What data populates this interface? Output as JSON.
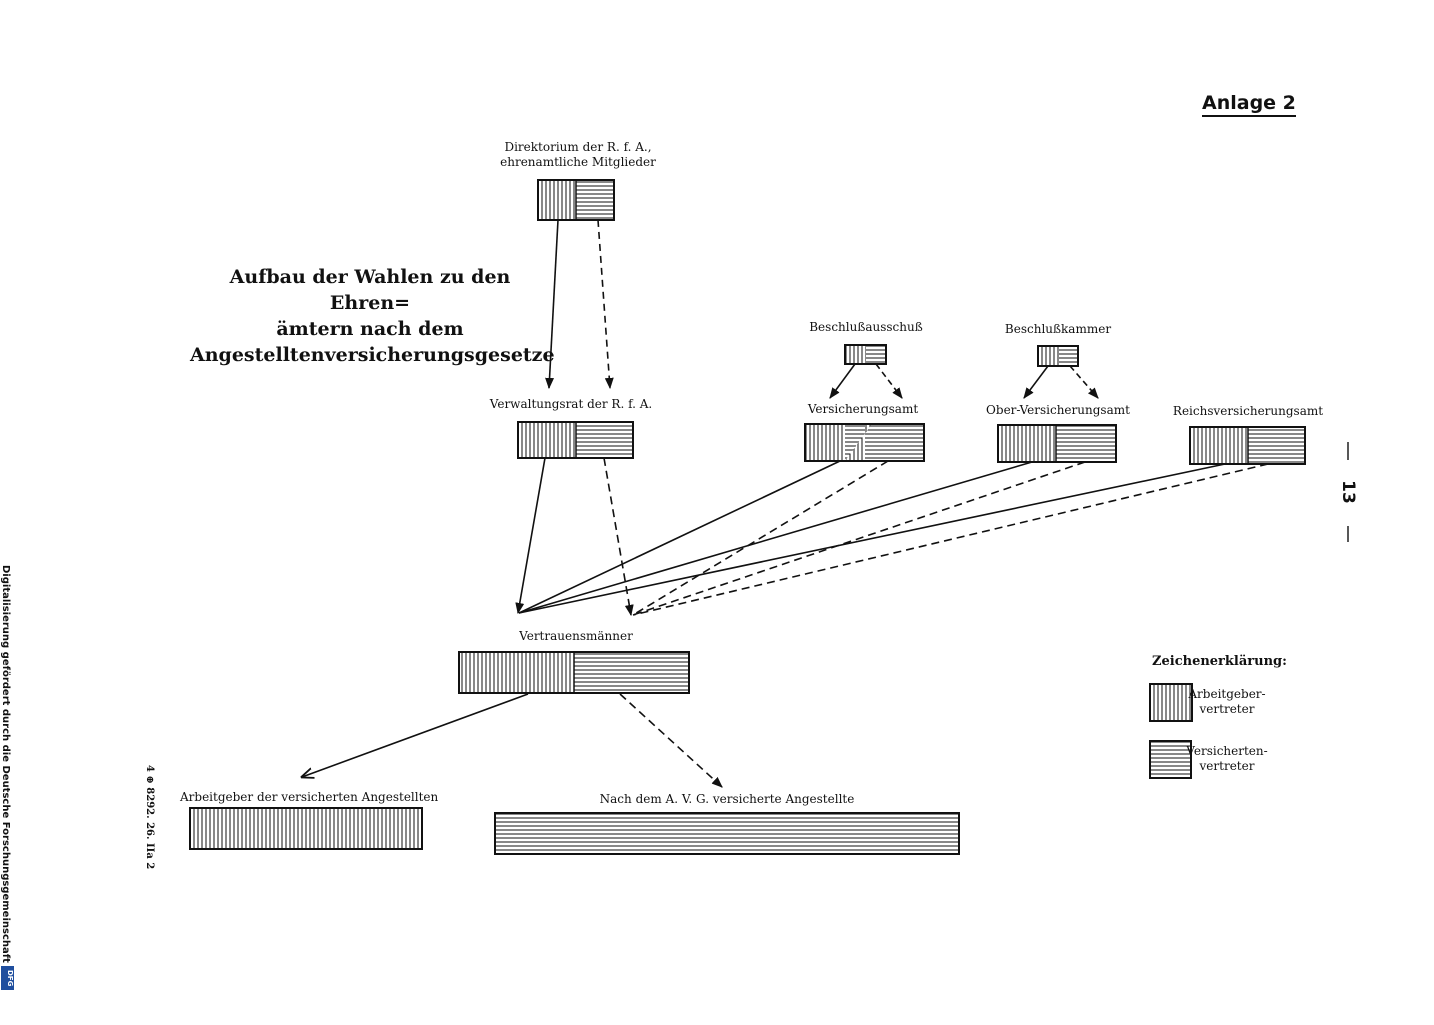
{
  "page": {
    "plate_label": "Anlage 2",
    "page_number": "13",
    "print_code": "4 ⊕ 8292. 26. IIa 2",
    "side_credit": "Digitalisierung gefördert durch die Deutsche Forschungsgemeinschaft",
    "dfg_badge": "DFG"
  },
  "title": {
    "line1": "Aufbau der Wahlen zu den Ehren=",
    "line2": "ämtern nach dem",
    "line3": "Angestelltenversicherungsgesetze"
  },
  "nodes": {
    "direktorium": {
      "label_line1": "Direktorium der R. f. A.,",
      "label_line2": "ehrenamtliche Mitglieder"
    },
    "verwaltungsrat": {
      "label": "Verwaltungsrat der R. f. A."
    },
    "beschlussausschuss": {
      "label": "Beschlußausschuß"
    },
    "beschlusskammer": {
      "label": "Beschlußkammer"
    },
    "versicherungsamt": {
      "label": "Versicherungsamt"
    },
    "oberversicherungsamt": {
      "label": "Ober-Versicherungsamt"
    },
    "reichsversicherungsamt": {
      "label": "Reichsversicherungsamt"
    },
    "vertrauensmaenner": {
      "label": "Vertrauensmänner"
    },
    "arbeitgeber": {
      "label": "Arbeitgeber der versicherten Angestellten"
    },
    "versicherte": {
      "label": "Nach dem A. V. G. versicherte Angestellte"
    }
  },
  "legend": {
    "title": "Zeichenerklärung:",
    "items": [
      {
        "pattern": "vertical",
        "label": "Arbeitgeber-vertreter"
      },
      {
        "pattern": "horizontal",
        "label": "Versicherten-vertreter"
      }
    ]
  },
  "colors": {
    "ink": "#111111",
    "paper": "#ffffff",
    "dfg_blue": "#1f4e9e"
  }
}
